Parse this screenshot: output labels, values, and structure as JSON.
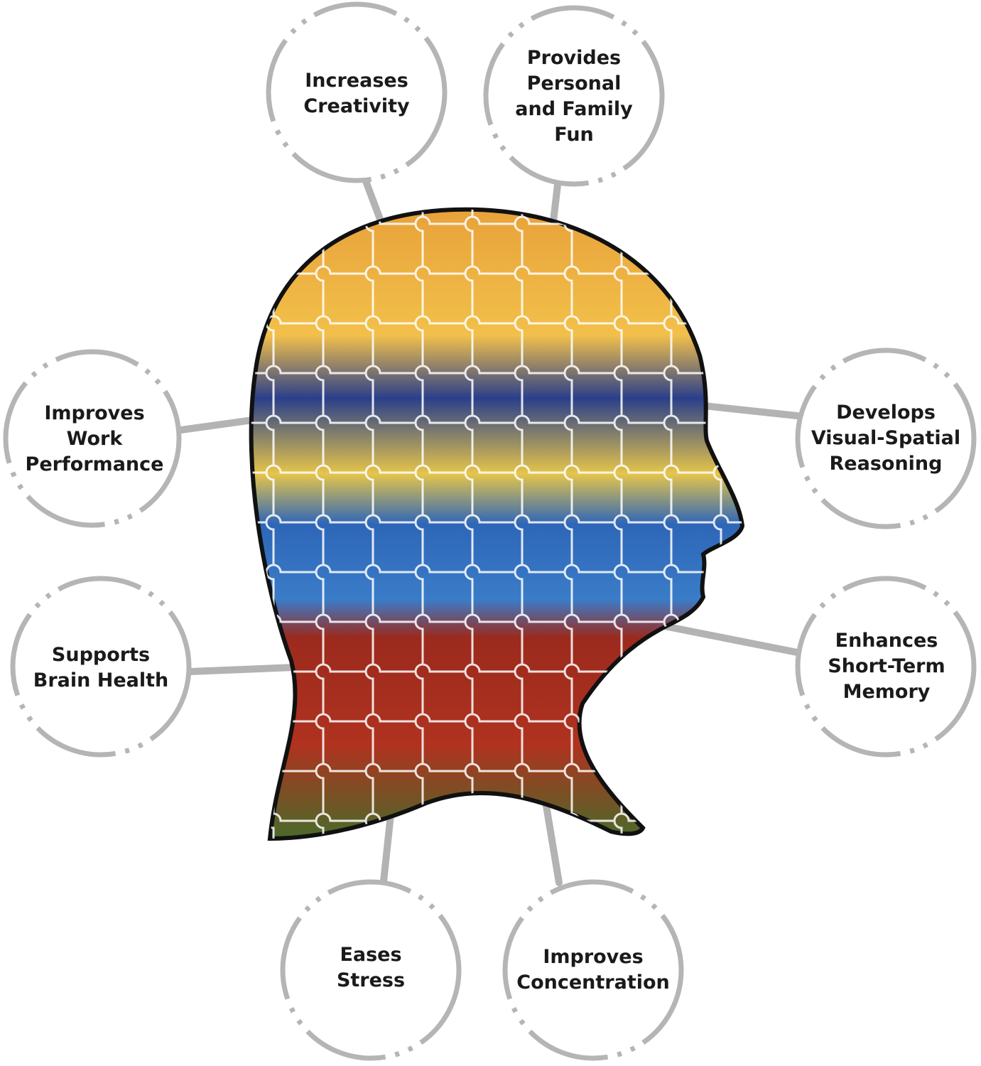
{
  "benefits": [
    {
      "id": "creativity",
      "label": "Increases\nCreativity"
    },
    {
      "id": "fun",
      "label": "Provides\nPersonal\nand Family\nFun"
    },
    {
      "id": "work",
      "label": "Improves\nWork\nPerformance"
    },
    {
      "id": "visual",
      "label": "Develops\nVisual-Spatial\nReasoning"
    },
    {
      "id": "brain",
      "label": "Supports\nBrain Health"
    },
    {
      "id": "memory",
      "label": "Enhances\nShort-Term\nMemory"
    },
    {
      "id": "stress",
      "label": "Eases\nStress"
    },
    {
      "id": "concentration",
      "label": "Improves\nConcentration"
    }
  ],
  "colors": {
    "circle": "#b5b5b5",
    "connector": "#b3b3b3",
    "outline": "#111111",
    "text": "#1a1a1a"
  }
}
